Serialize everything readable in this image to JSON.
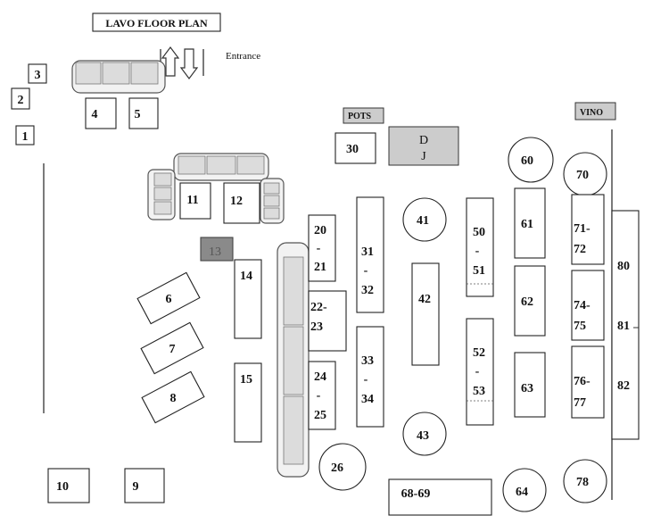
{
  "title": "LAVO FLOOR PLAN",
  "entrance_label": "Entrance",
  "stations": {
    "pots": "POTS",
    "dj_line1": "D",
    "dj_line2": "J",
    "vino": "VINO"
  },
  "tables": {
    "t1": "1",
    "t2": "2",
    "t3": "3",
    "t4": "4",
    "t5": "5",
    "t6": "6",
    "t7": "7",
    "t8": "8",
    "t9": "9",
    "t10": "10",
    "t11": "11",
    "t12": "12",
    "t13": "13",
    "t14": "14",
    "t15": "15",
    "t20_21": [
      "20",
      "-",
      "21"
    ],
    "t22_23": [
      "22-",
      "23"
    ],
    "t24_25": [
      "24",
      "-",
      "25"
    ],
    "t26": "26",
    "t30": "30",
    "t31_32": [
      "31",
      "-",
      "32"
    ],
    "t33_34": [
      "33",
      "-",
      "34"
    ],
    "t41": "41",
    "t42": "42",
    "t43": "43",
    "t50_51": [
      "50",
      "-",
      "51"
    ],
    "t52_53": [
      "52",
      "-",
      "53"
    ],
    "t60": "60",
    "t61": "61",
    "t62": "62",
    "t63": "63",
    "t64": "64",
    "t68_69": "68-69",
    "t70": "70",
    "t71_72": [
      "71-",
      "72"
    ],
    "t74_75": [
      "74-",
      "75"
    ],
    "t76_77": [
      "76-",
      "77"
    ],
    "t78": "78",
    "t80_82": [
      "80",
      "81",
      "82"
    ]
  },
  "colors": {
    "station_fill": "#cccccc",
    "table_13_fill": "#8a8a8a",
    "table_13_text": "#555555"
  }
}
